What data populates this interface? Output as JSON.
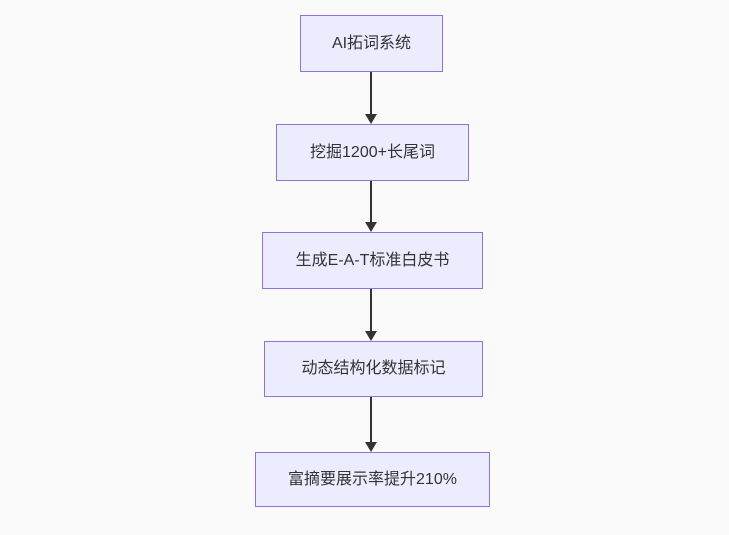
{
  "diagram": {
    "type": "flowchart-top-down",
    "title": "",
    "nodes": [
      {
        "id": "A",
        "label": "AI拓词系统"
      },
      {
        "id": "B",
        "label": "挖掘1200+长尾词"
      },
      {
        "id": "C",
        "label": "生成E-A-T标准白皮书"
      },
      {
        "id": "D",
        "label": "动态结构化数据标记"
      },
      {
        "id": "E",
        "label": "富摘要展示率提升210%"
      }
    ],
    "edges": [
      {
        "from": "A",
        "to": "B"
      },
      {
        "from": "B",
        "to": "C"
      },
      {
        "from": "C",
        "to": "D"
      },
      {
        "from": "D",
        "to": "E"
      }
    ],
    "colors": {
      "node_fill": "#ECECFF",
      "node_border": "#9370DB",
      "arrow": "#333333",
      "text": "#333333",
      "background": "#fafafa"
    }
  }
}
